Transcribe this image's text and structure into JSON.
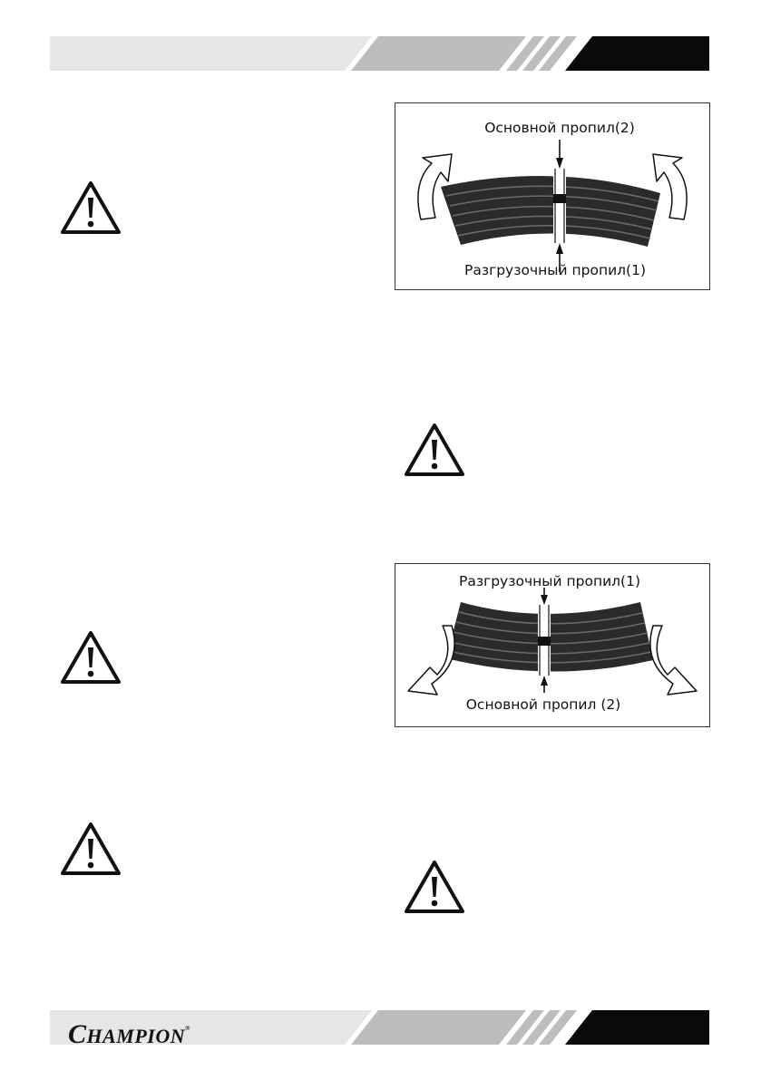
{
  "figures": {
    "top": {
      "label_top": "Основной пропил(2)",
      "label_bottom": "Разгрузочный пропил(1)"
    },
    "bottom": {
      "label_top": "Разгрузочный пропил(1)",
      "label_bottom": "Основной пропил (2)"
    }
  },
  "footer": {
    "brand_initial": "C",
    "brand_rest": "HAMPION",
    "brand_mark": "®"
  },
  "icons": {
    "warning": "warning-triangle-icon",
    "arrow": "curved-arrow-icon"
  },
  "colors": {
    "band_light": "#e6e6e6",
    "band_mid": "#bdbdbd",
    "band_dark": "#0a0a0a",
    "log_dark": "#2b2b2b"
  }
}
